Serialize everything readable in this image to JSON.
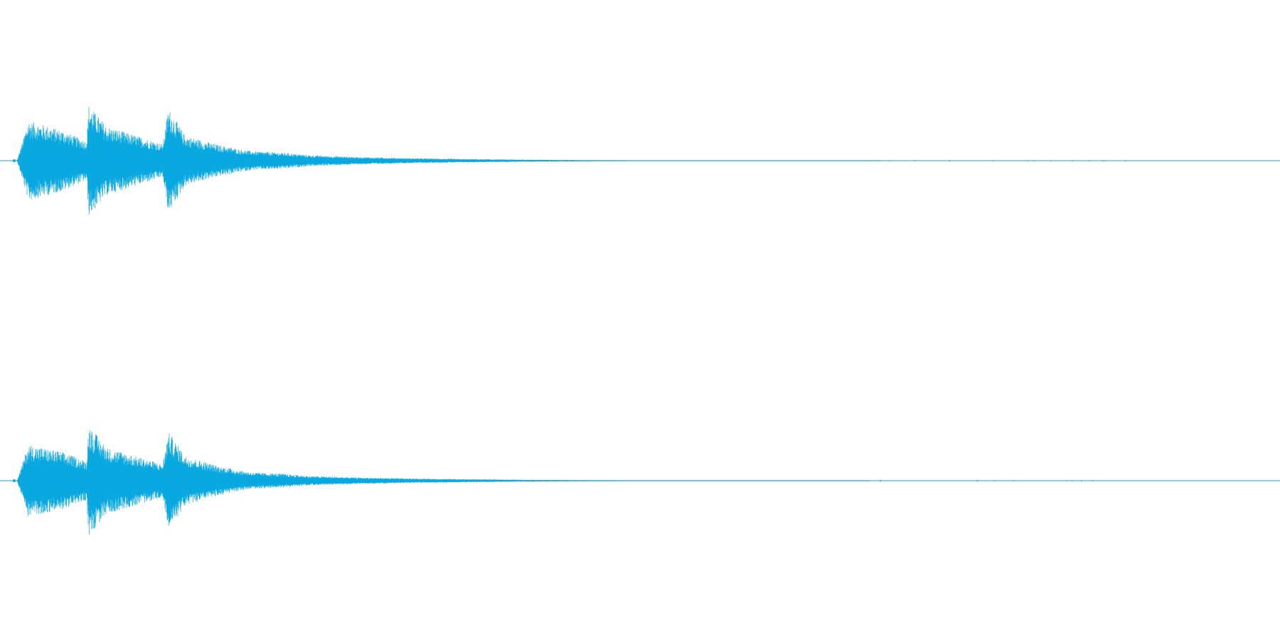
{
  "colors": {
    "waveform": "#0aa8e0",
    "background": "#ffffff"
  },
  "channels": [
    {
      "name": "",
      "envelope": {
        "x": [
          0.0,
          0.01,
          0.04,
          0.062,
          0.064,
          0.08,
          0.13,
          0.135,
          0.15,
          0.18,
          0.192,
          0.194,
          0.21,
          0.24,
          0.26,
          0.3,
          0.35,
          0.4,
          0.45,
          0.5,
          0.55,
          0.6,
          0.65,
          0.7,
          0.75,
          0.8,
          0.85,
          0.9,
          0.95,
          1.0
        ],
        "amplitude": [
          0.0,
          0.72,
          0.55,
          0.35,
          1.0,
          0.62,
          0.3,
          0.95,
          0.45,
          0.28,
          0.24,
          0.22,
          0.17,
          0.14,
          0.1,
          0.07,
          0.045,
          0.03,
          0.02,
          0.013,
          0.008,
          0.005,
          0.003,
          0.002,
          0.001,
          0.0006,
          0.0003,
          0.0001,
          0.0,
          0.0
        ]
      },
      "signal_end": 0.77
    },
    {
      "name": "",
      "envelope": {
        "x": [
          0.0,
          0.01,
          0.04,
          0.062,
          0.064,
          0.08,
          0.13,
          0.135,
          0.15,
          0.18,
          0.192,
          0.194,
          0.21,
          0.24,
          0.26,
          0.3,
          0.35,
          0.4,
          0.45,
          0.5,
          0.55,
          0.6,
          0.65,
          0.7,
          0.75,
          0.8,
          0.85,
          0.9,
          0.95,
          1.0
        ],
        "amplitude": [
          0.0,
          0.65,
          0.52,
          0.35,
          1.0,
          0.6,
          0.3,
          0.88,
          0.45,
          0.26,
          0.22,
          0.2,
          0.15,
          0.12,
          0.085,
          0.06,
          0.04,
          0.028,
          0.018,
          0.012,
          0.008,
          0.005,
          0.003,
          0.002,
          0.001,
          0.0006,
          0.0003,
          0.0001,
          0.0,
          0.0
        ]
      },
      "signal_end": 0.76
    }
  ]
}
